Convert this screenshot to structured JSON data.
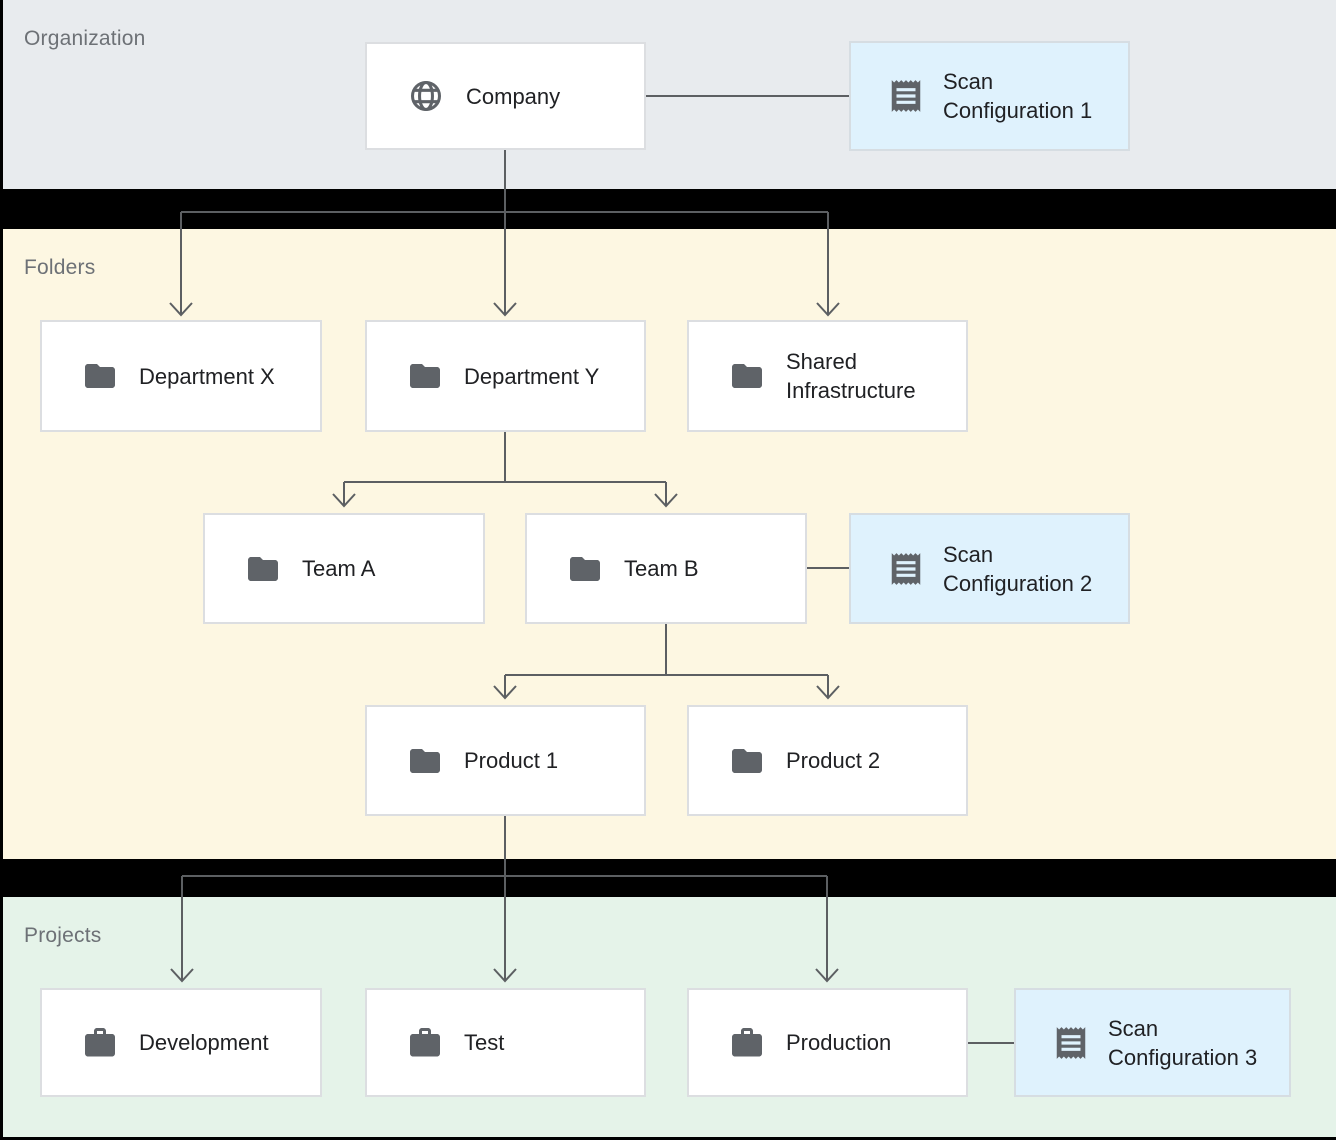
{
  "diagram": {
    "sections": {
      "organization": {
        "label": "Organization"
      },
      "folders": {
        "label": "Folders"
      },
      "projects": {
        "label": "Projects"
      }
    },
    "nodes": {
      "company": {
        "label": "Company",
        "icon": "globe-icon"
      },
      "scan_config_1": {
        "label": "Scan Configuration 1",
        "icon": "receipt-icon"
      },
      "department_x": {
        "label": "Department X",
        "icon": "folder-icon"
      },
      "department_y": {
        "label": "Department Y",
        "icon": "folder-icon"
      },
      "shared_infrastructure": {
        "label": "Shared Infrastructure",
        "icon": "folder-icon"
      },
      "team_a": {
        "label": "Team A",
        "icon": "folder-icon"
      },
      "team_b": {
        "label": "Team B",
        "icon": "folder-icon"
      },
      "scan_config_2": {
        "label": "Scan Configuration 2",
        "icon": "receipt-icon"
      },
      "product_1": {
        "label": "Product 1",
        "icon": "folder-icon"
      },
      "product_2": {
        "label": "Product 2",
        "icon": "folder-icon"
      },
      "development": {
        "label": "Development",
        "icon": "briefcase-icon"
      },
      "test": {
        "label": "Test",
        "icon": "briefcase-icon"
      },
      "production": {
        "label": "Production",
        "icon": "briefcase-icon"
      },
      "scan_config_3": {
        "label": "Scan Configuration 3",
        "icon": "receipt-icon"
      }
    },
    "colors": {
      "organization_band": "#e8ebee",
      "folders_band": "#fdf7e2",
      "projects_band": "#e5f3e9",
      "node_fill": "#ffffff",
      "scan_node_fill": "#dff2fd",
      "node_border": "#dcdee1",
      "connector_line": "#5c5f62",
      "icon": "#5f6368",
      "node_text": "#202124",
      "section_label_text": "#6d7176",
      "gap_background": "#000000"
    }
  }
}
